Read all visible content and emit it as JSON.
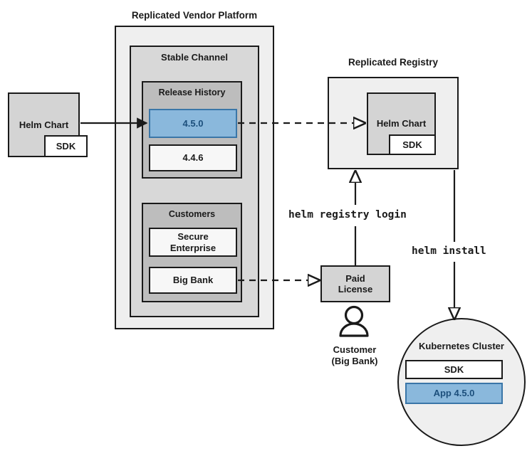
{
  "diagram": {
    "titles": {
      "platform": "Replicated Vendor Platform",
      "registry": "Replicated Registry"
    },
    "vendor_platform": {
      "channel_label": "Stable Channel",
      "release_history": {
        "label": "Release History",
        "releases": [
          {
            "version": "4.5.0",
            "highlighted": true
          },
          {
            "version": "4.4.6",
            "highlighted": false
          }
        ]
      },
      "customers": {
        "label": "Customers",
        "items": [
          {
            "name": "Secure\nEnterprise",
            "line1": "Secure",
            "line2": "Enterprise"
          },
          {
            "name": "Big Bank",
            "line1": "Big Bank",
            "line2": ""
          }
        ]
      }
    },
    "source_chart": {
      "title": "Helm Chart",
      "sdk_label": "SDK"
    },
    "registry": {
      "chart_title": "Helm Chart",
      "sdk_label": "SDK"
    },
    "license": {
      "line1": "Paid",
      "line2": "License"
    },
    "customer_actor": {
      "line1": "Customer",
      "line2": "(Big Bank)",
      "icon": "person-icon"
    },
    "cluster": {
      "title": "Kubernetes Cluster",
      "components": [
        {
          "label": "SDK",
          "highlighted": false
        },
        {
          "label": "App 4.5.0",
          "highlighted": true
        }
      ]
    },
    "commands": {
      "registry_login": "helm registry login",
      "install": "helm install"
    },
    "colors": {
      "accent_fill": "#8ab8dc",
      "accent_stroke": "#3a76a8",
      "accent_text": "#1c4f7c",
      "stroke": "#1a1a1a",
      "platform_fill": "#efefef",
      "channel_fill": "#d8d8d8",
      "section_fill": "#bdbdbd"
    }
  }
}
